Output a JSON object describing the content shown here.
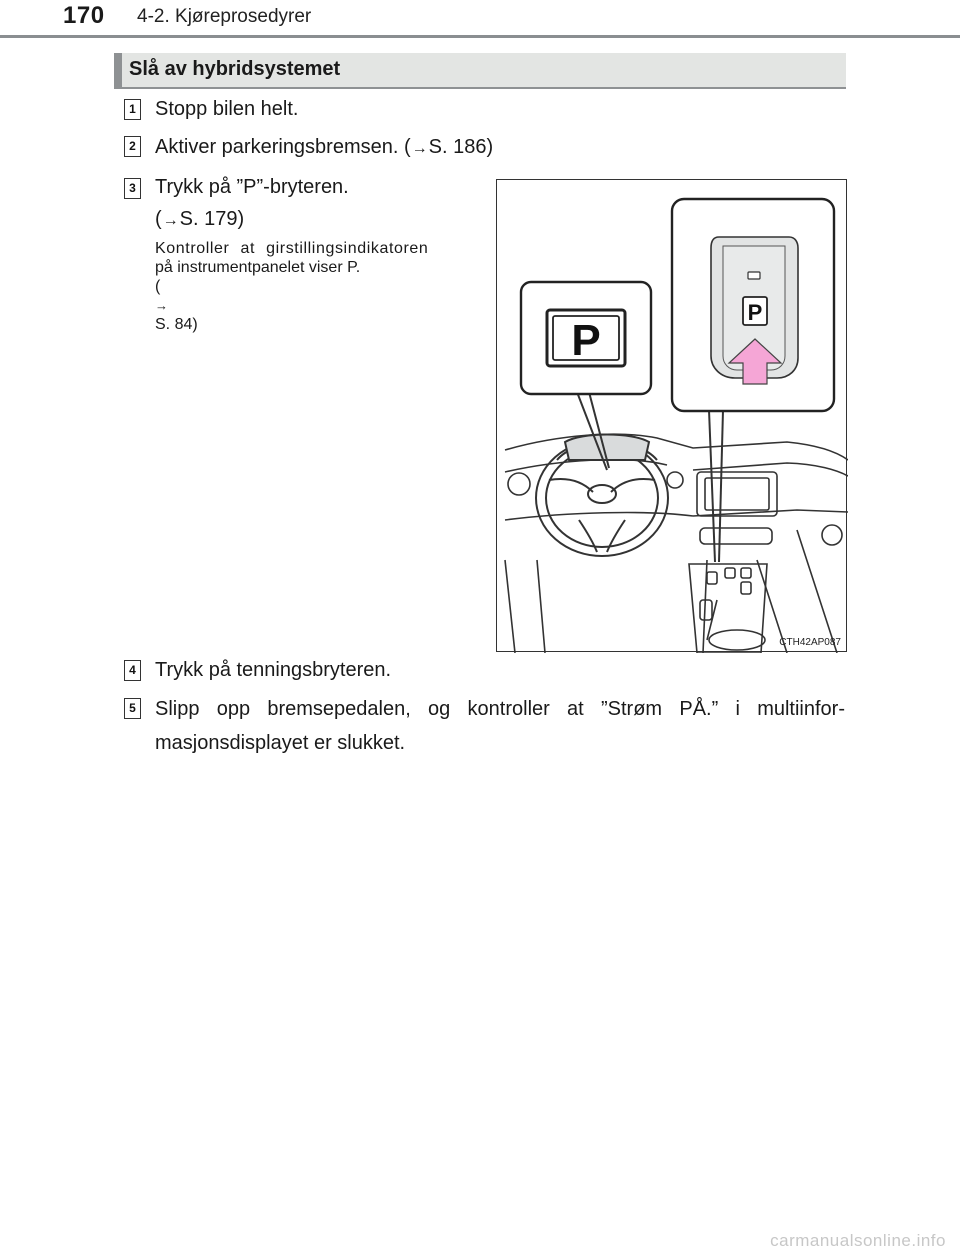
{
  "header": {
    "page_number": "170",
    "chapter": "4-2. Kjøreprosedyrer"
  },
  "section": {
    "title": "Slå av hybridsystemet"
  },
  "steps": [
    {
      "num": "1",
      "text": "Stopp bilen helt."
    },
    {
      "num": "2",
      "text_before": "Aktiver parkeringsbremsen. (",
      "arrow": "→",
      "text_after": "S. 186)"
    },
    {
      "num": "3",
      "line1": "Trykk på ”P”-bryteren.",
      "line2_before": "(",
      "arrow": "→",
      "line2_after": "S. 179)"
    },
    {
      "num": "4",
      "text": "Trykk på tenningsbryteren."
    },
    {
      "num": "5",
      "text": "Slipp opp bremsepedalen, og kontroller at ”Strøm PÅ.” i multiinfor-masjonsdisplayet er slukket."
    }
  ],
  "note": {
    "line1": "Kontroller at girstillingsindikatoren",
    "line2": "på instrumentpanelet viser P.",
    "line3_before": "(",
    "arrow": "→",
    "line3_after": "S. 84)"
  },
  "figure": {
    "code": "CTH42AP087",
    "indicator_letter": "P",
    "switch_letter": "P",
    "arrow_color": "#f5a6d6"
  },
  "watermark": "carmanualsonline.info"
}
